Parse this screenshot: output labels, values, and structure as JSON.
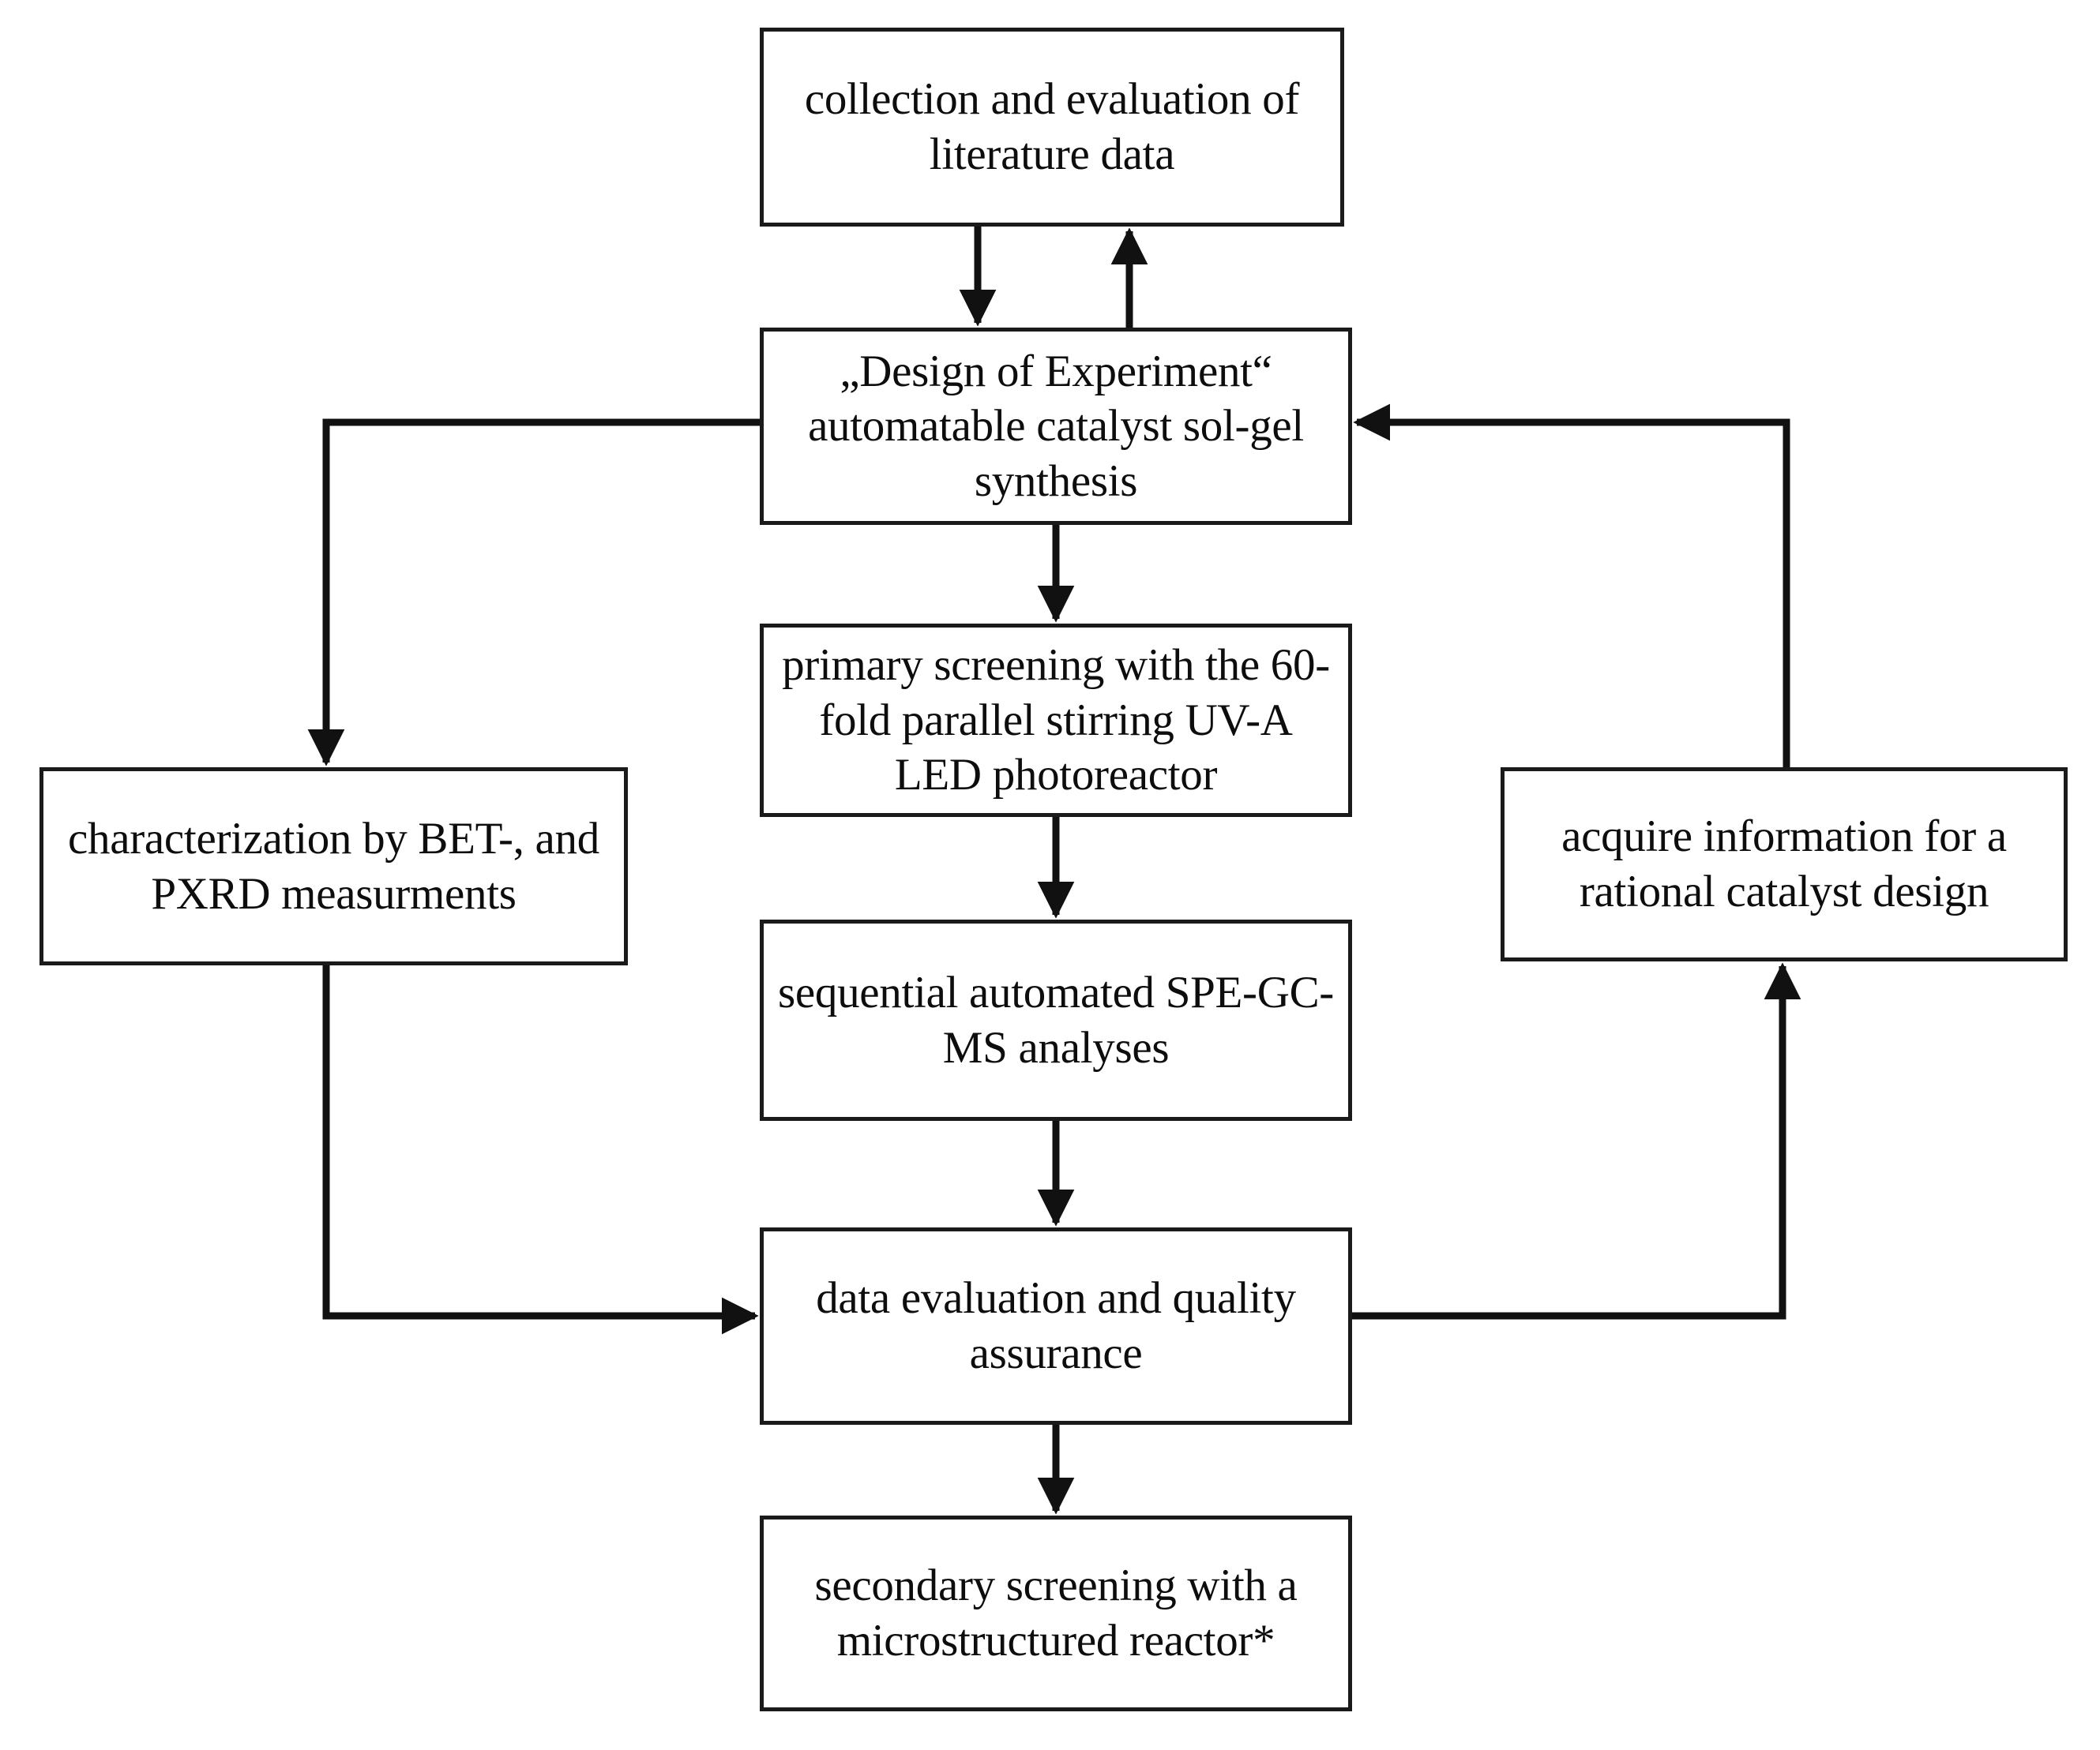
{
  "diagram": {
    "title": "automatable catalyst development workflow flowchart",
    "line_color": "#1a1a1a",
    "text_color": "#0d0d0d",
    "background": "#ffffff",
    "nodes": [
      {
        "id": "literature",
        "label": "collection and evaluation of literature data"
      },
      {
        "id": "doe",
        "label": "„Design of Experiment“ automatable catalyst sol-gel synthesis"
      },
      {
        "id": "primary",
        "label": "primary screening with the 60-fold parallel stirring UV-A LED photoreactor"
      },
      {
        "id": "character",
        "label": "characterization by BET-, and PXRD measurments"
      },
      {
        "id": "acquire",
        "label": "acquire information for a rational catalyst design"
      },
      {
        "id": "spegcms",
        "label": "sequential automated SPE-GC-MS analyses"
      },
      {
        "id": "dataeval",
        "label": "data evaluation and quality assurance"
      },
      {
        "id": "secondary",
        "label": "secondary screening with a microstructured reactor*"
      }
    ],
    "edges": [
      {
        "from": "literature",
        "to": "doe",
        "direction": "down"
      },
      {
        "from": "doe",
        "to": "literature",
        "direction": "up"
      },
      {
        "from": "doe",
        "to": "primary",
        "direction": "down"
      },
      {
        "from": "doe",
        "to": "character",
        "direction": "left-then-down"
      },
      {
        "from": "primary",
        "to": "spegcms",
        "direction": "down"
      },
      {
        "from": "spegcms",
        "to": "dataeval",
        "direction": "down"
      },
      {
        "from": "character",
        "to": "dataeval",
        "direction": "down-then-right"
      },
      {
        "from": "dataeval",
        "to": "acquire",
        "direction": "right-then-up"
      },
      {
        "from": "acquire",
        "to": "doe",
        "direction": "up-then-left"
      },
      {
        "from": "dataeval",
        "to": "secondary",
        "direction": "down"
      }
    ]
  }
}
